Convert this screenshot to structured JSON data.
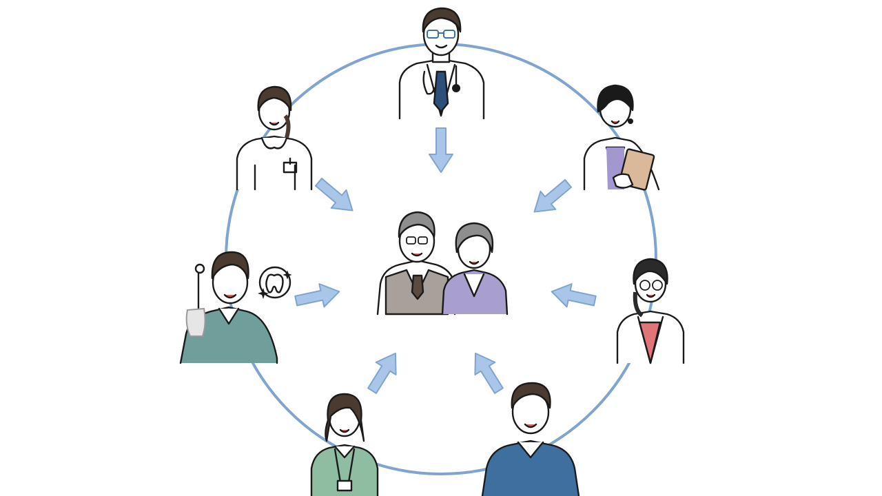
{
  "colors": {
    "ring": "#7ea4cf",
    "arrow_fill": "#a9c6e8",
    "arrow_stroke": "#7ea4cf",
    "outline": "#1a1a1a",
    "hair": "#4a3a30",
    "gray_hair": "#8e8e8e",
    "skin": "#ffffff",
    "vest": "#a8a09a",
    "cardigan": "#a99fcf",
    "teal_scrubs": "#6f9e9b",
    "green_top": "#8fbda2",
    "blue_scrubs": "#3f6f9f",
    "pink_top": "#e07579",
    "purple_top": "#a397cf",
    "clipboard": "#d9b999",
    "tie_navy": "#2e4f7a",
    "tie_brown": "#5b4a3e"
  },
  "figures": [
    {
      "role": "doctor",
      "icon": "doctor-icon"
    },
    {
      "role": "nurse",
      "icon": "nurse-icon"
    },
    {
      "role": "care-manager",
      "icon": "clipboard-staff-icon"
    },
    {
      "role": "dentist",
      "icon": "dentist-icon"
    },
    {
      "role": "pharmacist",
      "icon": "pharmacist-icon"
    },
    {
      "role": "care-worker",
      "icon": "care-worker-icon"
    },
    {
      "role": "therapist",
      "icon": "therapist-icon"
    },
    {
      "role": "elderly-couple",
      "icon": "elderly-couple-icon"
    }
  ],
  "arrows": [
    {
      "from": "doctor",
      "to": "elderly-couple",
      "icon": "arrow-down-icon"
    },
    {
      "from": "nurse",
      "to": "elderly-couple",
      "icon": "arrow-down-right-icon"
    },
    {
      "from": "care-manager",
      "to": "elderly-couple",
      "icon": "arrow-down-left-icon"
    },
    {
      "from": "dentist",
      "to": "elderly-couple",
      "icon": "arrow-right-icon"
    },
    {
      "from": "pharmacist",
      "to": "elderly-couple",
      "icon": "arrow-left-icon"
    },
    {
      "from": "care-worker",
      "to": "elderly-couple",
      "icon": "arrow-up-right-icon"
    },
    {
      "from": "therapist",
      "to": "elderly-couple",
      "icon": "arrow-up-left-icon"
    }
  ]
}
